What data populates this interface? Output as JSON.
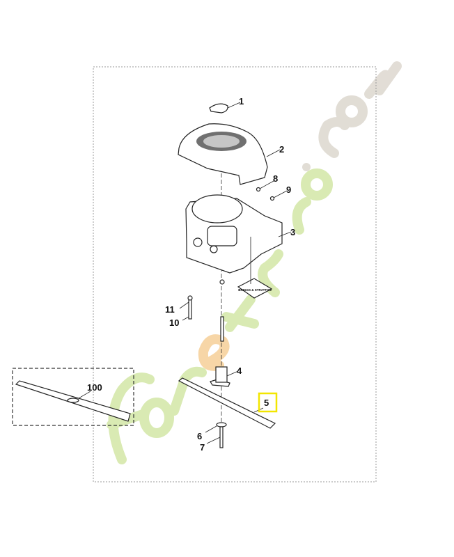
{
  "diagram": {
    "callouts": [
      {
        "id": "1",
        "label": "1"
      },
      {
        "id": "2",
        "label": "2"
      },
      {
        "id": "3",
        "label": "3"
      },
      {
        "id": "4",
        "label": "4"
      },
      {
        "id": "5",
        "label": "5",
        "highlighted": true
      },
      {
        "id": "6",
        "label": "6"
      },
      {
        "id": "7",
        "label": "7"
      },
      {
        "id": "8",
        "label": "8"
      },
      {
        "id": "9",
        "label": "9"
      },
      {
        "id": "10",
        "label": "10"
      },
      {
        "id": "11",
        "label": "11"
      },
      {
        "id": "100",
        "label": "100"
      }
    ],
    "engine_brand_plate": "BRIGGS & STRATTON",
    "highlight_color": "#f2e600"
  },
  "watermark": {
    "text": "foretsjardin.com",
    "colors": [
      "#cde39a",
      "#f5c98a",
      "#d8d2c8"
    ]
  }
}
